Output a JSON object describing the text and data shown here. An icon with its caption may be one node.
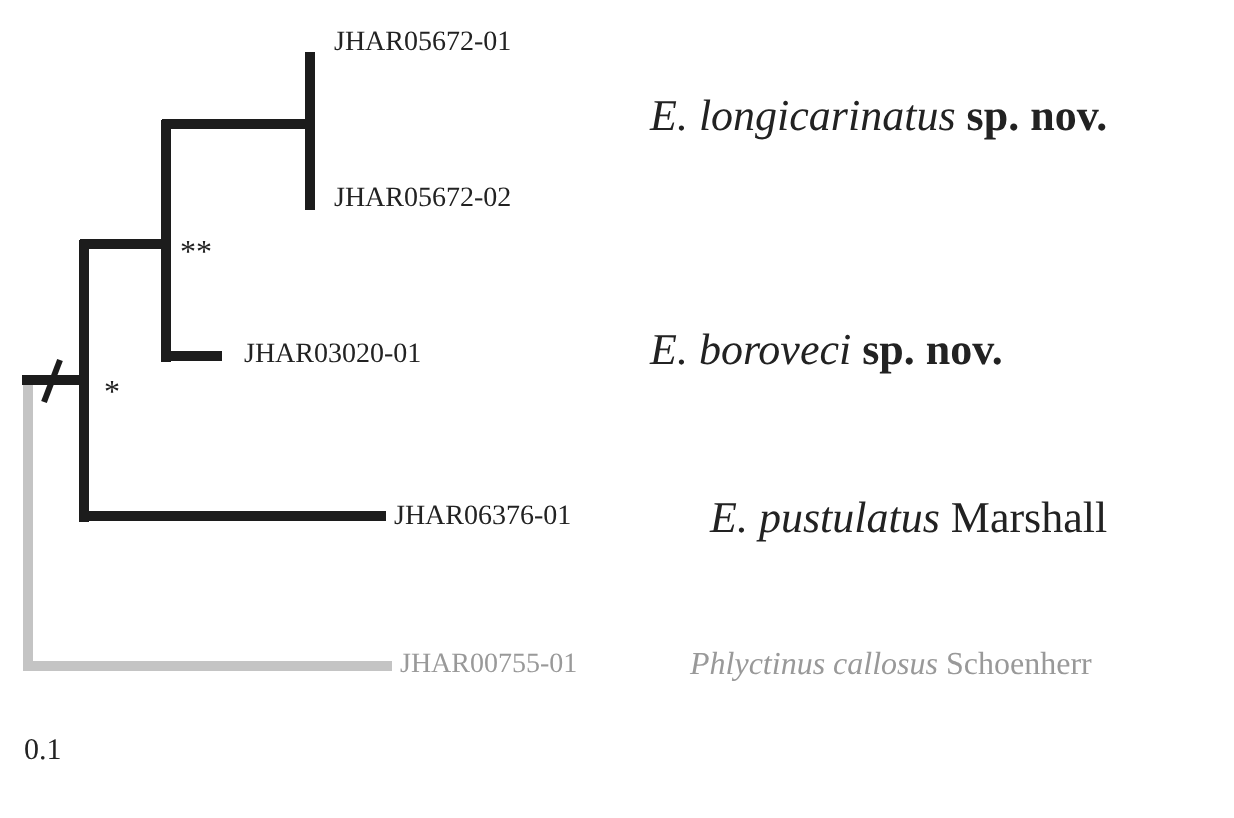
{
  "diagram": {
    "labels": [
      "JHAR05672-01",
      "*E. longicarinatus* **sp. nov.**",
      "JHAR05672-02",
      "**",
      "JHAR03020-01",
      "*E. boroveci* **sp. nov.**",
      "*",
      "JHAR06376-01",
      "*E. pustulatus* Marshall",
      "JHAR00755-01",
      "*Phlyctinus callosus* Schoenherr",
      "0.1"
    ]
  }
}
